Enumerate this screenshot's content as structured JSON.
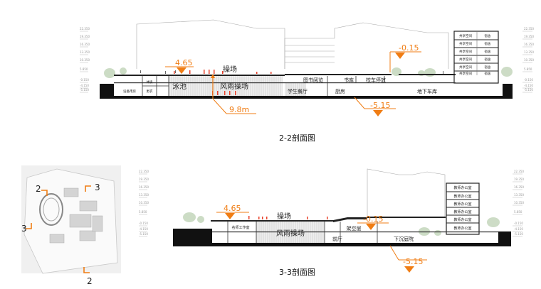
{
  "section_22": {
    "caption": "2-2剖面图",
    "labels": {
      "playground_top": "操场",
      "pool": "泳池",
      "rain_field": "风雨操场",
      "reading": "图书阅览",
      "stacks": "书库",
      "bus_parking": "校车停放",
      "canteen": "学生餐厅",
      "kitchen": "厨房",
      "garage": "地下车库",
      "equipment": "设备用房",
      "gym": "体质",
      "changing": "更衣"
    },
    "elevations": {
      "e465": "4.65",
      "e015": "-0.15",
      "e515": "-5.15",
      "e98": "9.8m"
    },
    "tower_rooms": [
      [
        "共享空间",
        "宿舍"
      ],
      [
        "共享空间",
        "宿舍"
      ],
      [
        "共享空间",
        "宿舍"
      ],
      [
        "共享空间",
        "宿舍"
      ],
      [
        "共享空间",
        "宿舍"
      ],
      [
        "共享空间",
        "宿舍"
      ]
    ],
    "level_ticks_left": [
      "22.350",
      "19.350",
      "16.350",
      "13.350",
      "10.350",
      "5.850",
      "-0.150",
      "-4.150",
      "-5.150"
    ],
    "level_ticks_right": [
      "22.350",
      "19.350",
      "16.350",
      "13.350",
      "10.350",
      "5.850",
      "-0.150",
      "-4.150",
      "-5.150"
    ]
  },
  "section_33": {
    "caption": "3-3剖面图",
    "labels": {
      "playground_top": "操场",
      "teacher_studio": "名师工作室",
      "rain_field": "风雨操场",
      "overhead": "架空层",
      "lobby": "前厅",
      "sunken_court": "下沉庭院"
    },
    "elevations": {
      "e465": "4.65",
      "e015": "-0.15",
      "e515": "-5.15"
    },
    "tower_rooms": [
      "教师办公室",
      "教师办公室",
      "教师办公室",
      "教师办公室",
      "教师办公室",
      "教师办公室"
    ],
    "level_ticks_left": [
      "22.350",
      "19.350",
      "16.350",
      "13.350",
      "10.350",
      "5.850",
      "-0.150",
      "-4.150",
      "-5.150"
    ],
    "level_ticks_right": [
      "22.350",
      "19.350",
      "16.350",
      "13.350",
      "10.350",
      "5.850",
      "-0.150",
      "-4.150",
      "-5.150"
    ]
  },
  "key_plan": {
    "markers": {
      "n2_top": "2",
      "n3_right": "3",
      "n3_left": "3",
      "n2_bottom": "2"
    }
  },
  "colors": {
    "accent": "#f07d14",
    "ground": "#111111",
    "line": "#8a8a8a"
  }
}
